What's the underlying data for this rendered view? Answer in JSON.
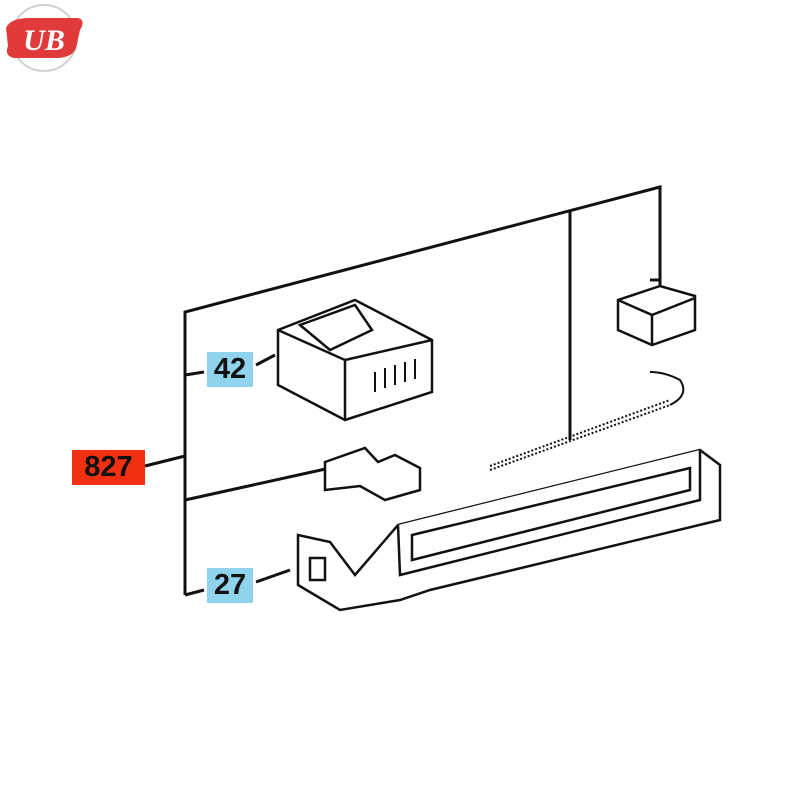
{
  "logo": {
    "text": "UB",
    "colors": {
      "primary": "#e03a3a",
      "ring": "#c8c8c8"
    }
  },
  "callouts": [
    {
      "id": "42",
      "label": "42",
      "color": "#8fd3ec"
    },
    {
      "id": "827",
      "label": "827",
      "color": "#f03010"
    },
    {
      "id": "27",
      "label": "27",
      "color": "#8fd3ec"
    }
  ]
}
